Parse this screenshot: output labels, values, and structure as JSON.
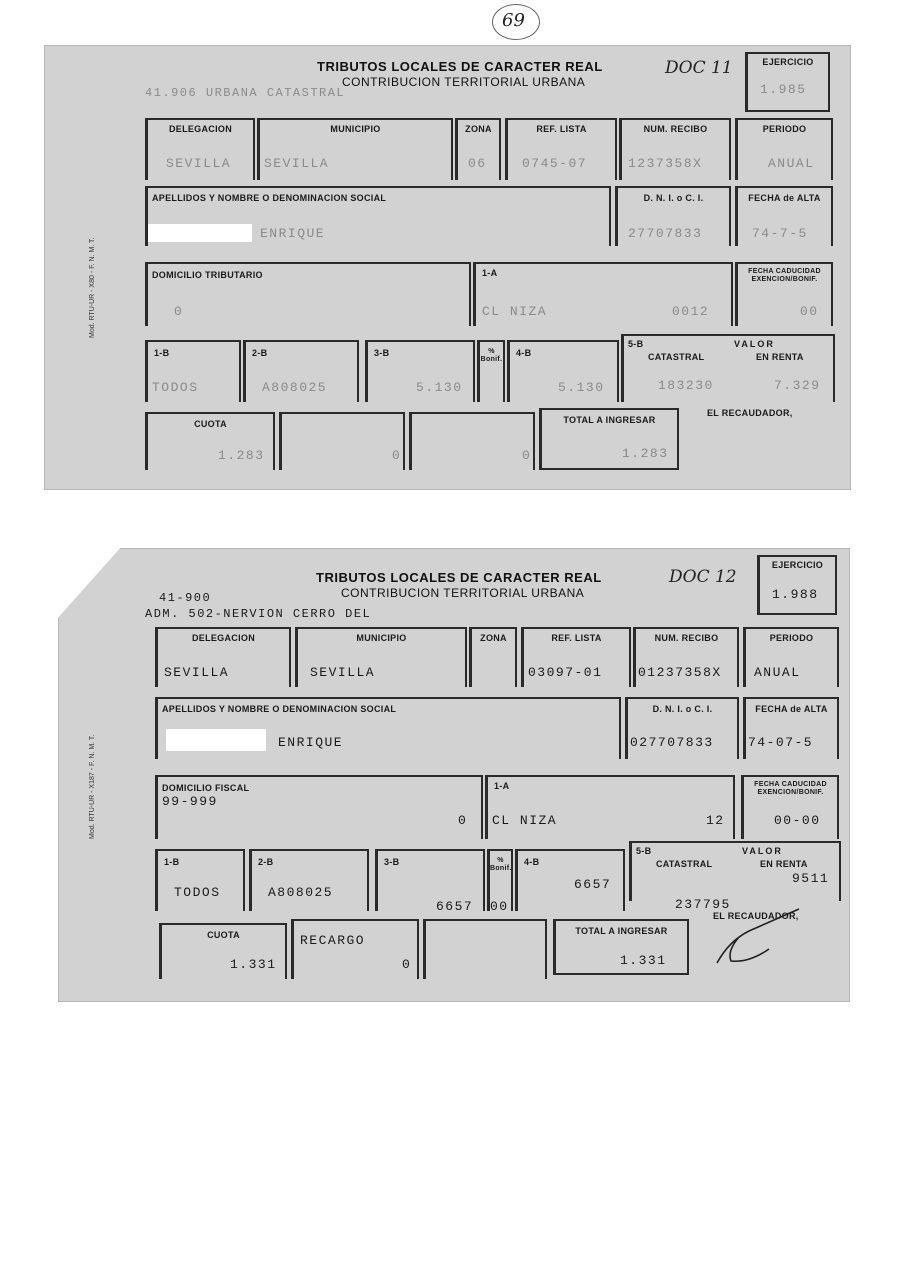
{
  "page_annotation": "69",
  "header": {
    "title": "TRIBUTOS LOCALES DE CARACTER REAL",
    "subtitle": "CONTRIBUCION TERRITORIAL URBANA",
    "ejercicio_label": "EJERCICIO"
  },
  "labels": {
    "delegacion": "DELEGACION",
    "municipio": "MUNICIPIO",
    "zona": "ZONA",
    "ref_lista": "REF. LISTA",
    "num_recibo": "NUM. RECIBO",
    "periodo": "PERIODO",
    "apellidos": "APELLIDOS Y NOMBRE O DENOMINACION SOCIAL",
    "dni": "D. N. I. o C. I.",
    "fecha_alta": "FECHA de ALTA",
    "fecha_caducidad": "FECHA CADUCIDAD",
    "exencion": "EXENCION/BONIF.",
    "c1a": "1-A",
    "c1b": "1-B",
    "c2b": "2-B",
    "c3b": "3-B",
    "c4b": "4-B",
    "c5b": "5-B",
    "pct": "%",
    "bonif": "Bonif.",
    "valor": "VALOR",
    "catastral": "CATASTRAL",
    "en_renta": "EN RENTA",
    "recaudador": "EL RECAUDADOR,",
    "cuota": "CUOTA",
    "total": "TOTAL A INGRESAR"
  },
  "receipt1": {
    "doc_note": "DOC 11",
    "ejercicio": "1.985",
    "code_line": "41.906  URBANA CATASTRAL",
    "side_code": "Mod. RTU-UR - X80 - F. N. M. T.",
    "delegacion": "SEVILLA",
    "municipio": "SEVILLA",
    "zona": "06",
    "ref_lista": "0745-07",
    "num_recibo": "1237358X",
    "periodo": "ANUAL",
    "nombre": "ENRIQUE",
    "dni": "27707833",
    "fecha_alta": "74-7-5",
    "domicilio_label": "DOMICILIO TRIBUTARIO",
    "domicilio_value": "0",
    "calle": "CL NIZA",
    "numero": "0012",
    "caducidad": "00",
    "b1": "TODOS",
    "b2": "A808025",
    "b3": "5.130",
    "b4": "5.130",
    "catastral": "183230",
    "renta": "7.329",
    "cuota": "1.283",
    "c2": "0",
    "c3": "0",
    "total": "1.283"
  },
  "receipt2": {
    "doc_note": "DOC 12",
    "ejercicio": "1.988",
    "code_line_1": "41-900",
    "code_line_2": "ADM. 502-NERVION CERRO DEL",
    "side_code": "Mod. RTU-UR - X187 - F. N. M. T.",
    "delegacion": "SEVILLA",
    "municipio": "SEVILLA",
    "zona": "",
    "ref_lista": "03097-01",
    "num_recibo": "01237358X",
    "periodo": "ANUAL",
    "nombre": "ENRIQUE",
    "dni": "027707833",
    "fecha_alta": "74-07-5",
    "domicilio_label": "DOMICILIO FISCAL",
    "domicilio_code": "99-999",
    "domicilio_value": "0",
    "calle": "CL NIZA",
    "numero": "12",
    "caducidad": "00-00",
    "b1": "TODOS",
    "b2": "A808025",
    "b3": "6657",
    "b3_pct": "00",
    "b4": "6657",
    "catastral": "237795",
    "renta": "9511",
    "cuota": "1.331",
    "recargo_label": "RECARGO",
    "recargo": "0",
    "total": "1.331"
  }
}
